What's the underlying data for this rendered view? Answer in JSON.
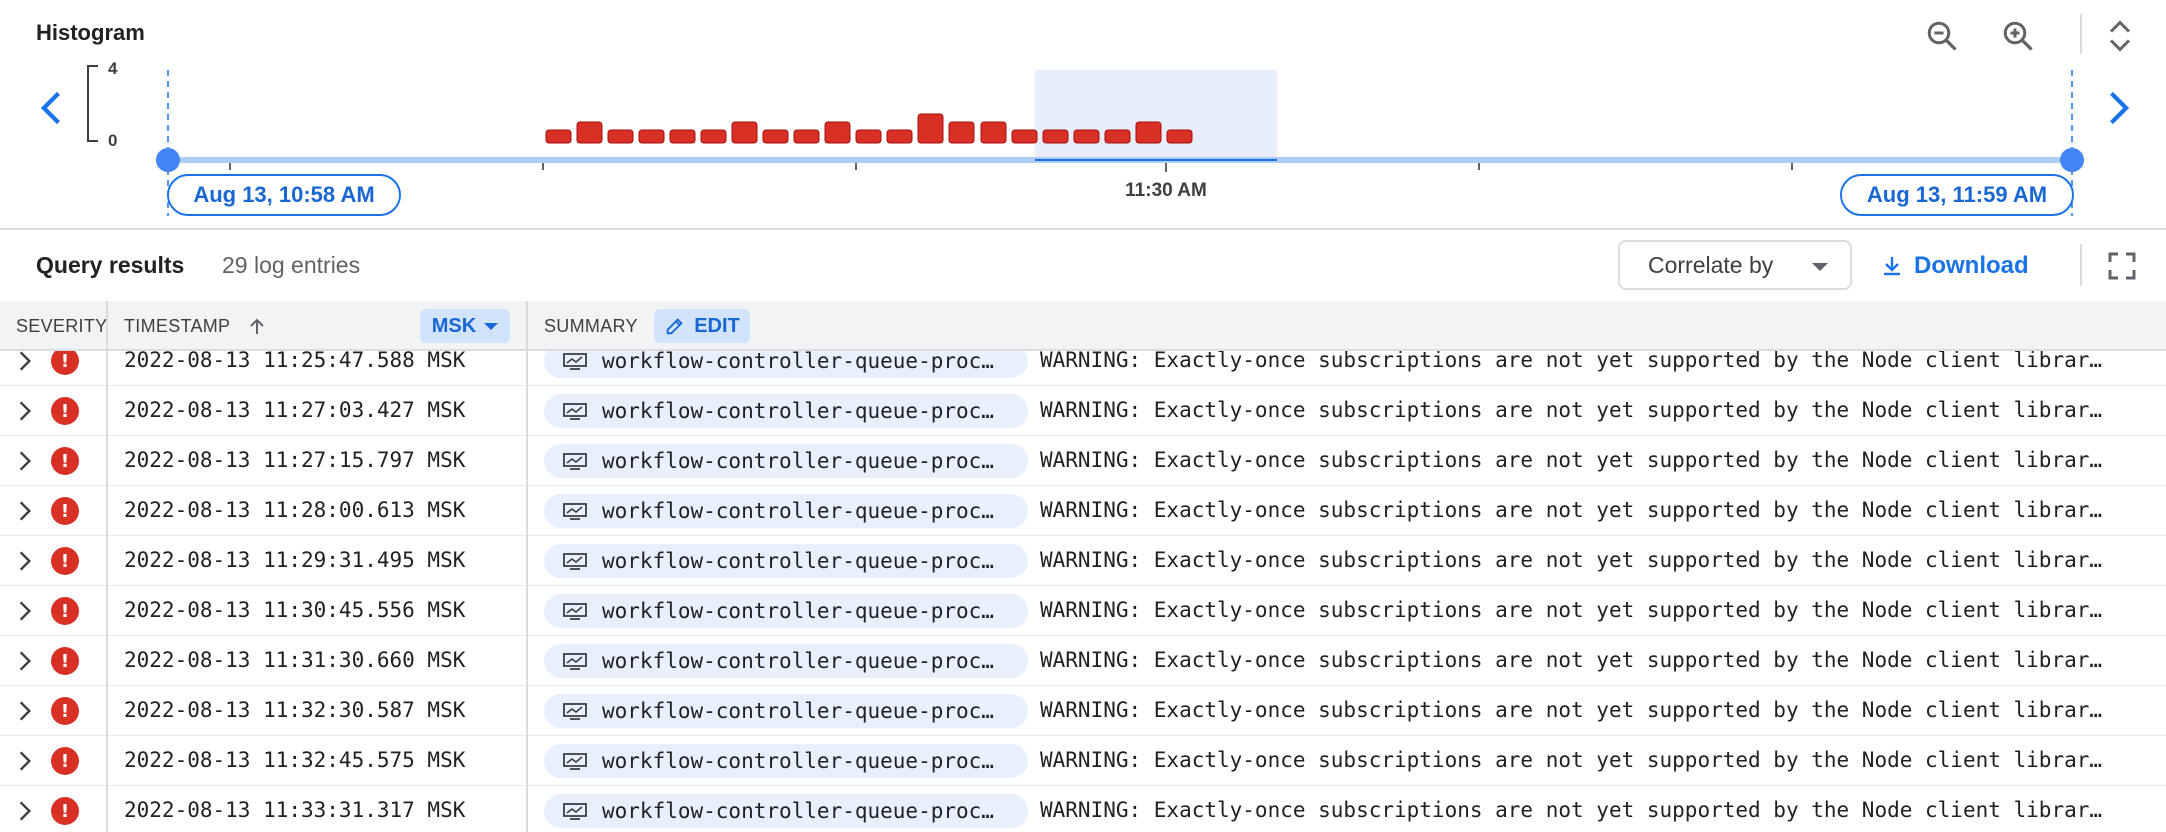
{
  "histogram": {
    "title": "Histogram",
    "y_max_label": "4",
    "y_min_label": "0",
    "range_start": "Aug 13, 10:58 AM",
    "range_end": "Aug 13, 11:59 AM",
    "center_tick": "11:30 AM",
    "bar_color": "#d93025",
    "highlight_color": "#e8eefb",
    "counts": [
      1,
      2,
      1,
      1,
      1,
      1,
      2,
      1,
      1,
      2,
      1,
      1,
      3,
      2,
      2,
      1,
      1,
      1,
      1,
      2,
      1
    ]
  },
  "query_results": {
    "title": "Query results",
    "count": "29 log entries",
    "correlate_label": "Correlate by",
    "download_label": "Download"
  },
  "table": {
    "col_severity": "SEVERITY",
    "col_timestamp": "TIMESTAMP",
    "timezone": "MSK",
    "col_summary": "SUMMARY",
    "edit_label": "EDIT",
    "rows": [
      {
        "timestamp": "2022-08-13 11:25:47.588 MSK",
        "service": "workflow-controller-queue-proc…",
        "message": "WARNING: Exactly-once subscriptions are not yet supported by the Node client librar…"
      },
      {
        "timestamp": "2022-08-13 11:27:03.427 MSK",
        "service": "workflow-controller-queue-proc…",
        "message": "WARNING: Exactly-once subscriptions are not yet supported by the Node client librar…"
      },
      {
        "timestamp": "2022-08-13 11:27:15.797 MSK",
        "service": "workflow-controller-queue-proc…",
        "message": "WARNING: Exactly-once subscriptions are not yet supported by the Node client librar…"
      },
      {
        "timestamp": "2022-08-13 11:28:00.613 MSK",
        "service": "workflow-controller-queue-proc…",
        "message": "WARNING: Exactly-once subscriptions are not yet supported by the Node client librar…"
      },
      {
        "timestamp": "2022-08-13 11:29:31.495 MSK",
        "service": "workflow-controller-queue-proc…",
        "message": "WARNING: Exactly-once subscriptions are not yet supported by the Node client librar…"
      },
      {
        "timestamp": "2022-08-13 11:30:45.556 MSK",
        "service": "workflow-controller-queue-proc…",
        "message": "WARNING: Exactly-once subscriptions are not yet supported by the Node client librar…"
      },
      {
        "timestamp": "2022-08-13 11:31:30.660 MSK",
        "service": "workflow-controller-queue-proc…",
        "message": "WARNING: Exactly-once subscriptions are not yet supported by the Node client librar…"
      },
      {
        "timestamp": "2022-08-13 11:32:30.587 MSK",
        "service": "workflow-controller-queue-proc…",
        "message": "WARNING: Exactly-once subscriptions are not yet supported by the Node client librar…"
      },
      {
        "timestamp": "2022-08-13 11:32:45.575 MSK",
        "service": "workflow-controller-queue-proc…",
        "message": "WARNING: Exactly-once subscriptions are not yet supported by the Node client librar…"
      },
      {
        "timestamp": "2022-08-13 11:33:31.317 MSK",
        "service": "workflow-controller-queue-proc…",
        "message": "WARNING: Exactly-once subscriptions are not yet supported by the Node client librar…"
      }
    ]
  },
  "icons": {
    "zoom_out": "zoom-out-icon",
    "zoom_in": "zoom-in-icon",
    "collapse": "unfold-less-icon",
    "prev": "chevron-left-icon",
    "next": "chevron-right-icon",
    "download": "download-icon",
    "fullscreen": "fullscreen-icon",
    "severity": "error-icon",
    "service": "service-icon",
    "edit": "pencil-icon",
    "expand": "chevron-right-icon",
    "sort": "arrow-up-icon"
  }
}
